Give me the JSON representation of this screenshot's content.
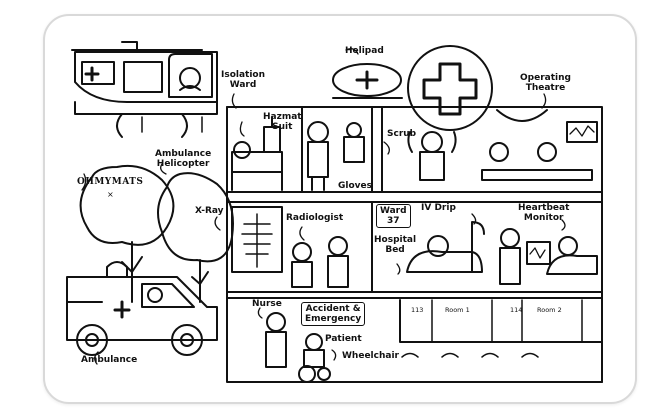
{
  "brand": {
    "name": "OHMYMATS",
    "cross": "×"
  },
  "labels": {
    "helipad": "Helipad",
    "isolation_ward": "Isolation\nWard",
    "hazmat_suit": "Hazmat\nSuit",
    "gloves": "Gloves",
    "scrub": "Scrub",
    "operating_theatre": "Operating\nTheatre",
    "ambulance_helicopter": "Ambulance\nHelicopter",
    "x_ray": "X-Ray",
    "radiologist": "Radiologist",
    "ward_37": "Ward\n37",
    "iv_drip": "IV Drip",
    "heartbeat_monitor": "Heartbeat\nMonitor",
    "hospital_bed": "Hospital\nBed",
    "nurse": "Nurse",
    "accident_emergency": "Accident &\nEmergency",
    "patient": "Patient",
    "wheelchair": "Wheelchair",
    "ambulance": "Ambulance",
    "room_1_number": "113",
    "room_1_name": "Room 1",
    "room_2_number": "114",
    "room_2_name": "Room 2"
  },
  "colors": {
    "line": "#111111",
    "mat_border": "#d9d9d9",
    "background": "#ffffff"
  }
}
